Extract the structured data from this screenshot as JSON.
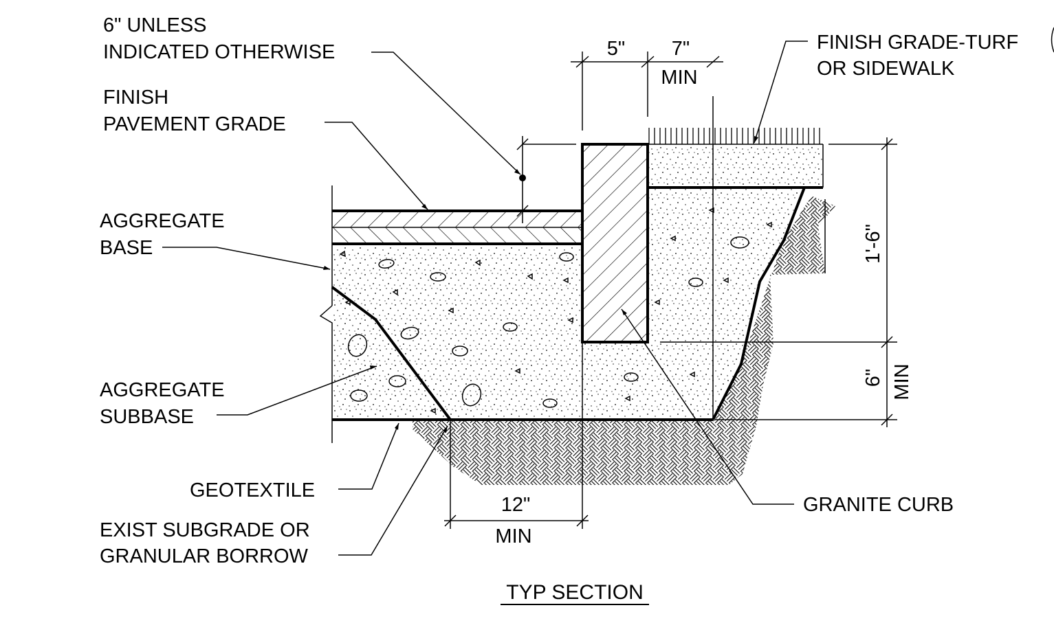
{
  "drawing": {
    "title": "TYP SECTION",
    "callouts": {
      "pavement_thickness": [
        "6\" UNLESS",
        "INDICATED OTHERWISE"
      ],
      "finish_pavement_grade": [
        "FINISH",
        "PAVEMENT GRADE"
      ],
      "aggregate_base": [
        "AGGREGATE",
        "BASE"
      ],
      "aggregate_subbase": [
        "AGGREGATE",
        "SUBBASE"
      ],
      "geotextile": "GEOTEXTILE",
      "subgrade": [
        "EXIST SUBGRADE OR",
        "GRANULAR BORROW"
      ],
      "finish_grade_turf": [
        "FINISH GRADE-TURF",
        "OR SIDEWALK"
      ],
      "granite_curb": "GRANITE CURB"
    },
    "dimensions": {
      "curb_width": "5\"",
      "behind_curb": "7\"",
      "behind_curb_min": "MIN",
      "curb_height": "1'-6\"",
      "below_curb": "6\"",
      "below_curb_min": "MIN",
      "front_of_curb": "12\"",
      "front_of_curb_min": "MIN"
    },
    "colors": {
      "line": "#000000",
      "background": "#ffffff"
    }
  }
}
